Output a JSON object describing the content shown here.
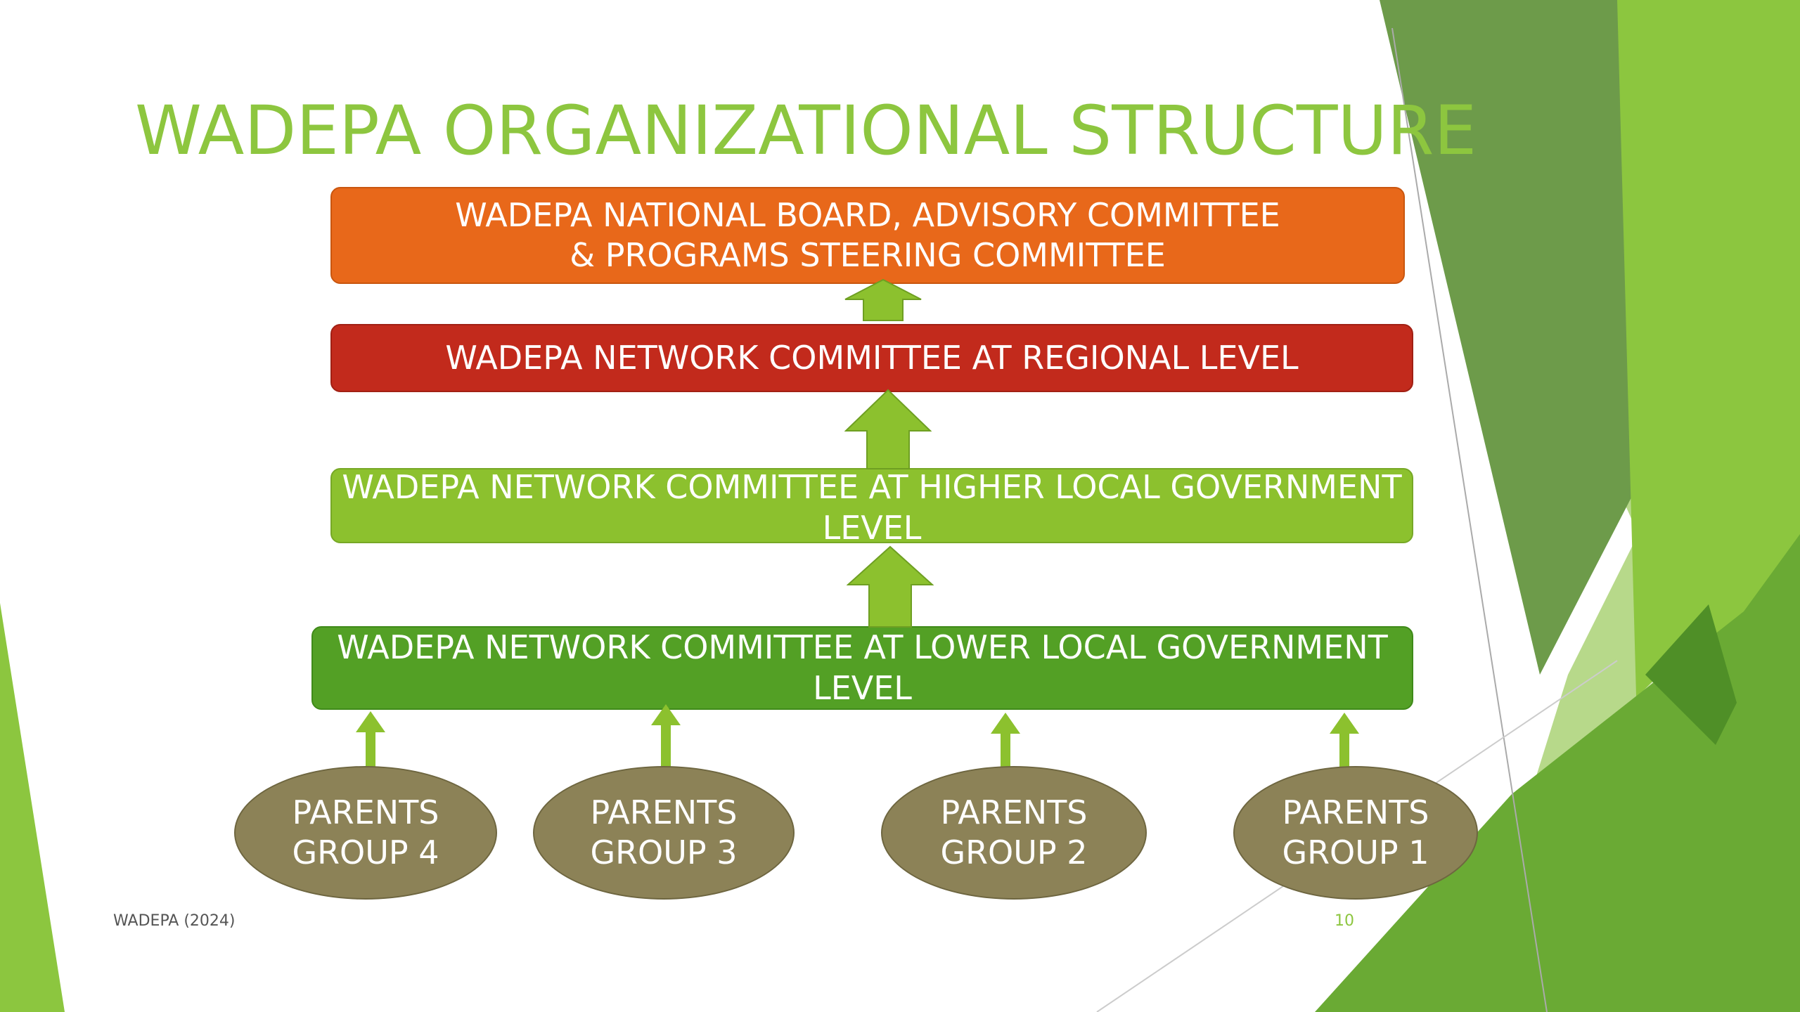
{
  "slide": {
    "title": "WADEPA ORGANIZATIONAL STRUCTURE",
    "footer_left": "WADEPA (2024)",
    "page_number": "10"
  },
  "diagram": {
    "levels": {
      "national": "WADEPA NATIONAL BOARD, ADVISORY COMMITTEE\n& PROGRAMS STEERING COMMITTEE",
      "regional": "WADEPA NETWORK COMMITTEE AT REGIONAL LEVEL",
      "higher_local": "WADEPA  NETWORK COMMITTEE AT HIGHER LOCAL GOVERNMENT\nLEVEL",
      "lower_local": "WADEPA NETWORK COMMITTEE AT LOWER LOCAL GOVERNMENT LEVEL"
    },
    "groups": [
      "PARENTS\nGROUP 4",
      "PARENTS\nGROUP 3",
      "PARENTS\nGROUP 2",
      "PARENTS\nGROUP 1"
    ]
  },
  "colors": {
    "title": "#8dc63f",
    "national": "#e8681a",
    "regional": "#c22a1c",
    "higher_local": "#8cc12e",
    "lower_local": "#53a025",
    "groups": "#8c8257",
    "arrows": "#8cc12e"
  }
}
